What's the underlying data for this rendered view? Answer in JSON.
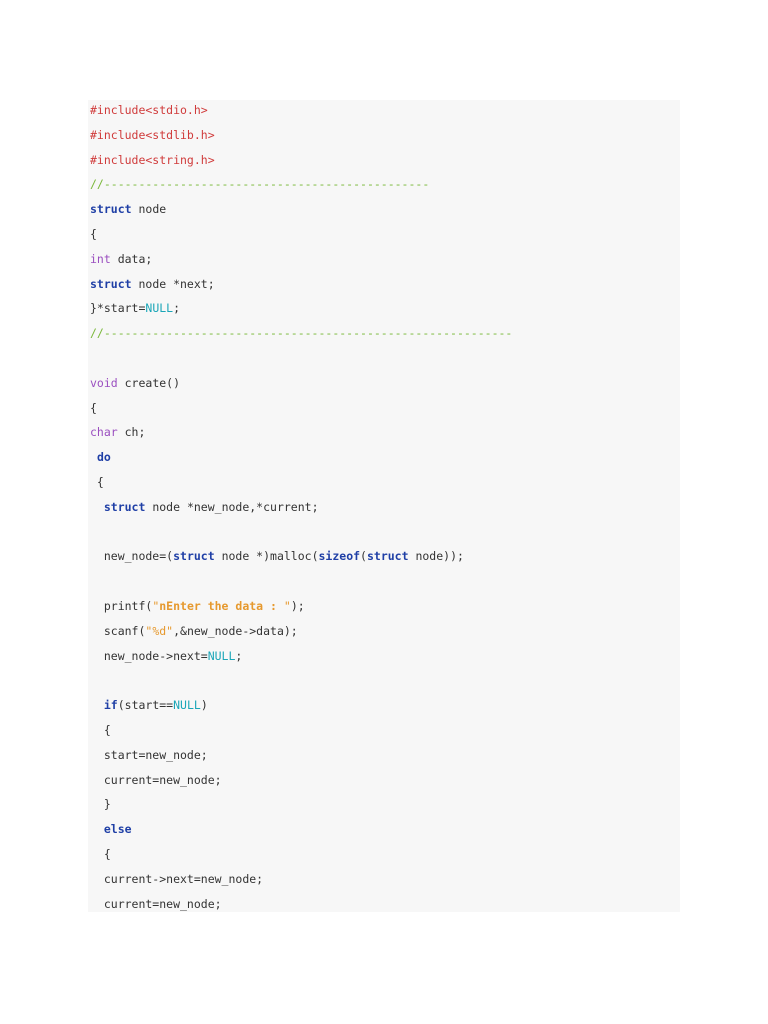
{
  "colors": {
    "directive": "#d03b3b",
    "comment": "#7ab83a",
    "keyword": "#1f3fa6",
    "type": "#9b4fc0",
    "constant": "#1aa6b8",
    "string": "#e6992e",
    "text": "#333333",
    "code_background": "#f7f7f7"
  },
  "code": {
    "lines": [
      [
        {
          "t": "#include<stdio.h>",
          "k": "directive"
        }
      ],
      [
        {
          "t": "#include<stdlib.h>",
          "k": "directive"
        }
      ],
      [
        {
          "t": "#include<string.h>",
          "k": "directive"
        }
      ],
      [
        {
          "t": "//-----------------------------------------------",
          "k": "comment"
        }
      ],
      [
        {
          "t": "struct",
          "k": "keyword"
        },
        {
          "t": " node",
          "k": "plain"
        }
      ],
      [
        {
          "t": "{",
          "k": "plain"
        }
      ],
      [
        {
          "t": "int",
          "k": "type"
        },
        {
          "t": " data;",
          "k": "plain"
        }
      ],
      [
        {
          "t": "struct",
          "k": "keyword"
        },
        {
          "t": " node *next;",
          "k": "plain"
        }
      ],
      [
        {
          "t": "}*start=",
          "k": "plain"
        },
        {
          "t": "NULL",
          "k": "const"
        },
        {
          "t": ";",
          "k": "plain"
        }
      ],
      [
        {
          "t": "//-----------------------------------------------------------",
          "k": "comment"
        }
      ],
      [],
      [
        {
          "t": "void",
          "k": "type"
        },
        {
          "t": " create()",
          "k": "plain"
        }
      ],
      [
        {
          "t": "{",
          "k": "plain"
        }
      ],
      [
        {
          "t": "char",
          "k": "type"
        },
        {
          "t": " ch;",
          "k": "plain"
        }
      ],
      [
        {
          "t": " ",
          "k": "plain"
        },
        {
          "t": "do",
          "k": "keyword"
        }
      ],
      [
        {
          "t": " {",
          "k": "plain"
        }
      ],
      [
        {
          "t": "  ",
          "k": "plain"
        },
        {
          "t": "struct",
          "k": "keyword"
        },
        {
          "t": " node *new_node,*current;",
          "k": "plain"
        }
      ],
      [],
      [
        {
          "t": "  new_node=(",
          "k": "plain"
        },
        {
          "t": "struct",
          "k": "keyword"
        },
        {
          "t": " node *)malloc(",
          "k": "plain"
        },
        {
          "t": "sizeof",
          "k": "keyword"
        },
        {
          "t": "(",
          "k": "plain"
        },
        {
          "t": "struct",
          "k": "keyword"
        },
        {
          "t": " node));",
          "k": "plain"
        }
      ],
      [],
      [
        {
          "t": "  printf(",
          "k": "plain"
        },
        {
          "t": "\"",
          "k": "string"
        },
        {
          "t": "nEnter the data : ",
          "k": "escape"
        },
        {
          "t": "\"",
          "k": "string"
        },
        {
          "t": ");",
          "k": "plain"
        }
      ],
      [
        {
          "t": "  scanf(",
          "k": "plain"
        },
        {
          "t": "\"%d\"",
          "k": "string"
        },
        {
          "t": ",&new_node->data);",
          "k": "plain"
        }
      ],
      [
        {
          "t": "  new_node->next=",
          "k": "plain"
        },
        {
          "t": "NULL",
          "k": "const"
        },
        {
          "t": ";",
          "k": "plain"
        }
      ],
      [],
      [
        {
          "t": "  ",
          "k": "plain"
        },
        {
          "t": "if",
          "k": "keyword"
        },
        {
          "t": "(start==",
          "k": "plain"
        },
        {
          "t": "NULL",
          "k": "const"
        },
        {
          "t": ")",
          "k": "plain"
        }
      ],
      [
        {
          "t": "  {",
          "k": "plain"
        }
      ],
      [
        {
          "t": "  start=new_node;",
          "k": "plain"
        }
      ],
      [
        {
          "t": "  current=new_node;",
          "k": "plain"
        }
      ],
      [
        {
          "t": "  }",
          "k": "plain"
        }
      ],
      [
        {
          "t": "  ",
          "k": "plain"
        },
        {
          "t": "else",
          "k": "keyword"
        }
      ],
      [
        {
          "t": "  {",
          "k": "plain"
        }
      ],
      [
        {
          "t": "  current->next=new_node;",
          "k": "plain"
        }
      ],
      [
        {
          "t": "  current=new_node;",
          "k": "plain"
        }
      ]
    ]
  }
}
